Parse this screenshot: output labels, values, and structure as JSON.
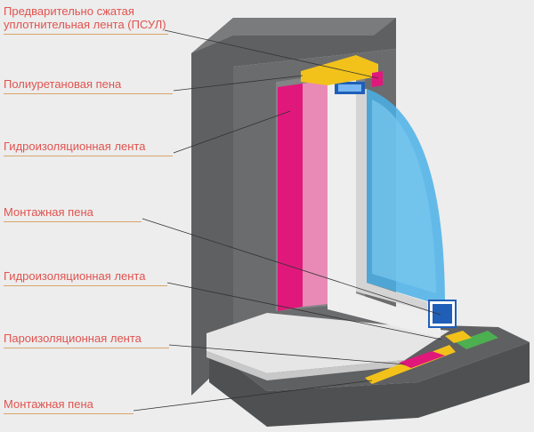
{
  "labels": [
    {
      "lines": [
        "Предварительно сжатая",
        "уплотнительная лента (ПСУЛ)"
      ]
    },
    {
      "lines": [
        "Полиуретановая пена"
      ]
    },
    {
      "lines": [
        "Гидроизоляционная лента"
      ]
    },
    {
      "lines": [
        "Монтажная пена"
      ]
    },
    {
      "lines": [
        "Гидроизоляционная лента"
      ]
    },
    {
      "lines": [
        "Пароизоляционная лента"
      ]
    },
    {
      "lines": [
        "Монтажная пена"
      ]
    }
  ],
  "colors": {
    "label_text": "#e0534f",
    "underline": "#d9a56c",
    "wall": "#5f6062",
    "magenta_tape": "#e0187c",
    "pink_tape": "#e98ab6",
    "yellow_tape": "#f2c21a",
    "green_tape": "#4caf50",
    "glass": "#4ab0e6",
    "background": "#ededed"
  }
}
